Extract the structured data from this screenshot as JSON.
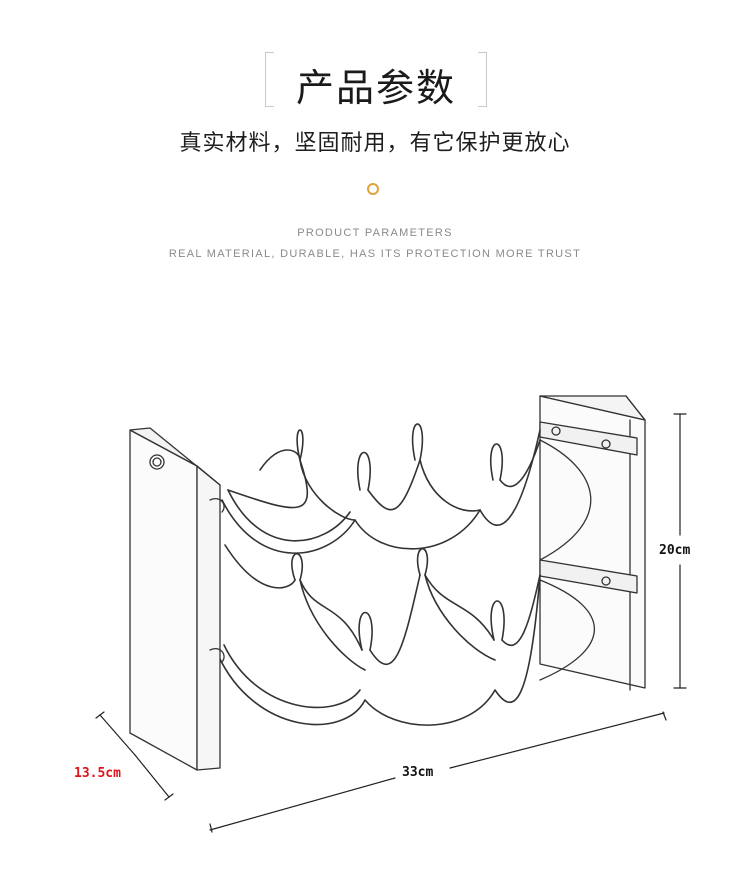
{
  "header": {
    "title": "产品参数",
    "subtitle": "真实材料，坚固耐用，有它保护更放心",
    "en_line1": "PRODUCT PARAMETERS",
    "en_line2": "REAL MATERIAL, DURABLE, HAS ITS PROTECTION MORE TRUST",
    "accent_color": "#e0a23a"
  },
  "dimensions": {
    "height": "20cm",
    "width": "33cm",
    "depth": "13.5cm",
    "depth_color": "#e0131a"
  }
}
